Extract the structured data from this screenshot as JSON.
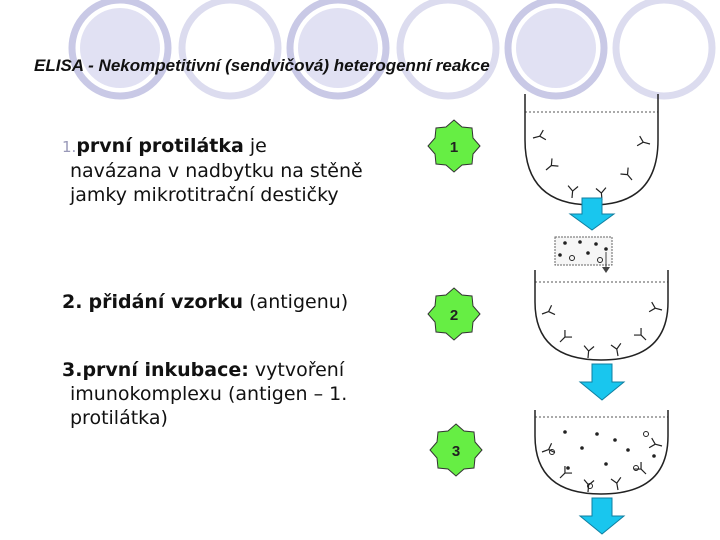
{
  "slide": {
    "title": "ELISA - Nekompetitivní (sendvičová) heterogenní reakce",
    "colors": {
      "circle": "#c9c9e6",
      "badge": "#66ee44",
      "arrow": "#19c6ee",
      "ink": "#111111",
      "muted": "#9999b8"
    }
  },
  "steps": [
    {
      "number": "1.",
      "key": "první protilátka",
      "rest_first": " je",
      "continuation": "navázana v nadbytku na stěně jamky mikrotitrační destičky"
    },
    {
      "number": "2.",
      "key": "přidání vzorku",
      "rest_first": " (antigenu)",
      "continuation": ""
    },
    {
      "number": "3.",
      "key": "první inkubace:",
      "rest_first": " vytvoření",
      "continuation": "imunokomplexu (antigen – 1. protilátka)"
    }
  ],
  "diagram": {
    "badges": [
      {
        "label": "1",
        "icon": "star-badge"
      },
      {
        "label": "2",
        "icon": "star-badge"
      },
      {
        "label": "3",
        "icon": "star-badge"
      }
    ],
    "icons": [
      "well-icon",
      "antibody-y-icon",
      "antigen-dot-icon",
      "down-arrow-icon",
      "sample-box-icon"
    ]
  }
}
